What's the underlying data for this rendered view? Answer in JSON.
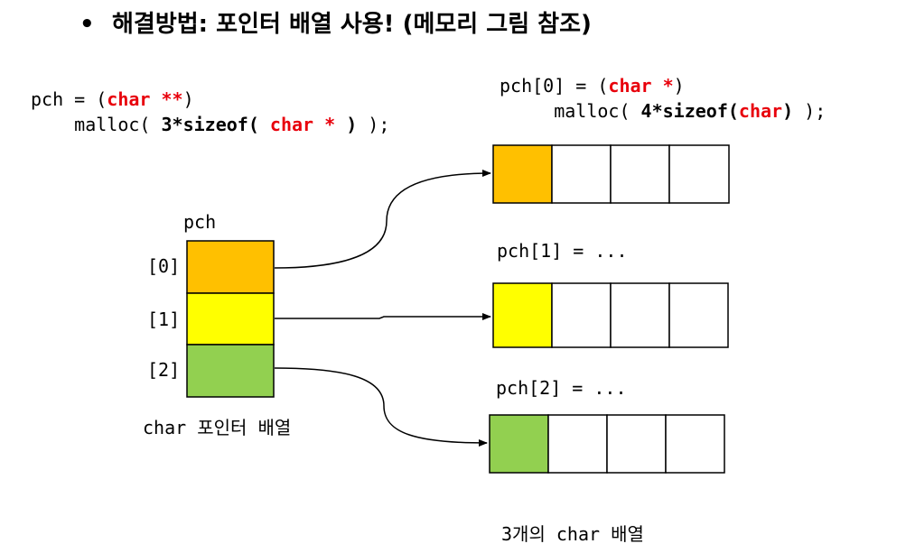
{
  "title": {
    "bullet": "•",
    "text": "해결방법: 포인터 배열 사용! (메모리 그림 참조)"
  },
  "code_left": {
    "l1_a": "pch = (",
    "l1_type": "char **",
    "l1_b": ")",
    "l2_a": "    malloc( ",
    "l2_b": "3*sizeof( ",
    "l2_type": "char *",
    "l2_c": " )",
    "l2_d": " );"
  },
  "code_right": {
    "l1_a": "pch[0] = (",
    "l1_type": "char *",
    "l1_b": ")",
    "l2_a": "     malloc( ",
    "l2_b": "4*sizeof(",
    "l2_type": "char",
    "l2_c": ")",
    "l2_d": " );"
  },
  "pointer_array": {
    "name": "pch",
    "indices": [
      "[0]",
      "[1]",
      "[2]"
    ],
    "cell_colors": [
      "#ffc000",
      "#ffff00",
      "#92d050"
    ],
    "caption": "char 포인터 배열"
  },
  "char_arrays": {
    "labels": [
      "pch[1] = ...",
      "pch[2] = ..."
    ],
    "first_cell_colors": [
      "#ffc000",
      "#ffff00",
      "#92d050"
    ],
    "caption": "3개의 char 배열"
  }
}
